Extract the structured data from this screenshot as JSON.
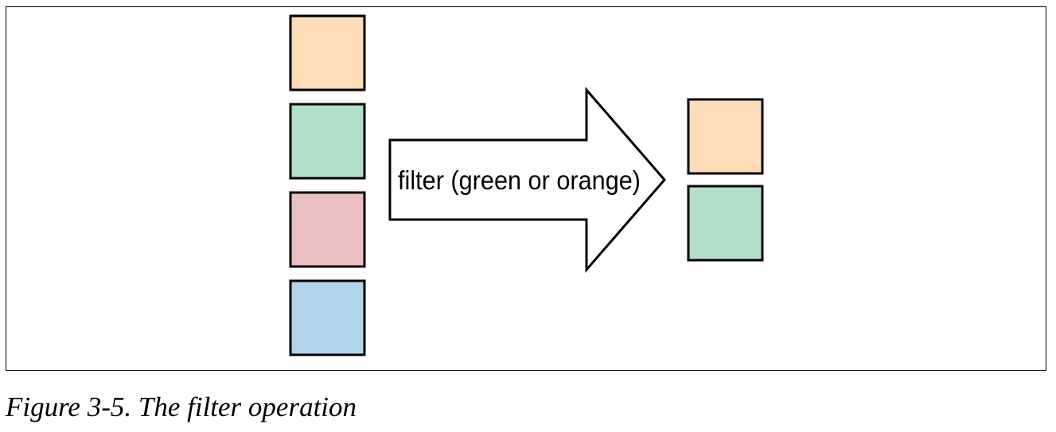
{
  "colors": {
    "orange": "#fddcb8",
    "green": "#b2dfc8",
    "red": "#ecbfc1",
    "blue": "#b3d5ea",
    "stroke": "#000000"
  },
  "input_squares": [
    "orange",
    "green",
    "red",
    "blue"
  ],
  "output_squares": [
    "orange",
    "green"
  ],
  "arrow": {
    "label": "filter (green or orange)"
  },
  "caption": "Figure 3-5. The filter operation"
}
